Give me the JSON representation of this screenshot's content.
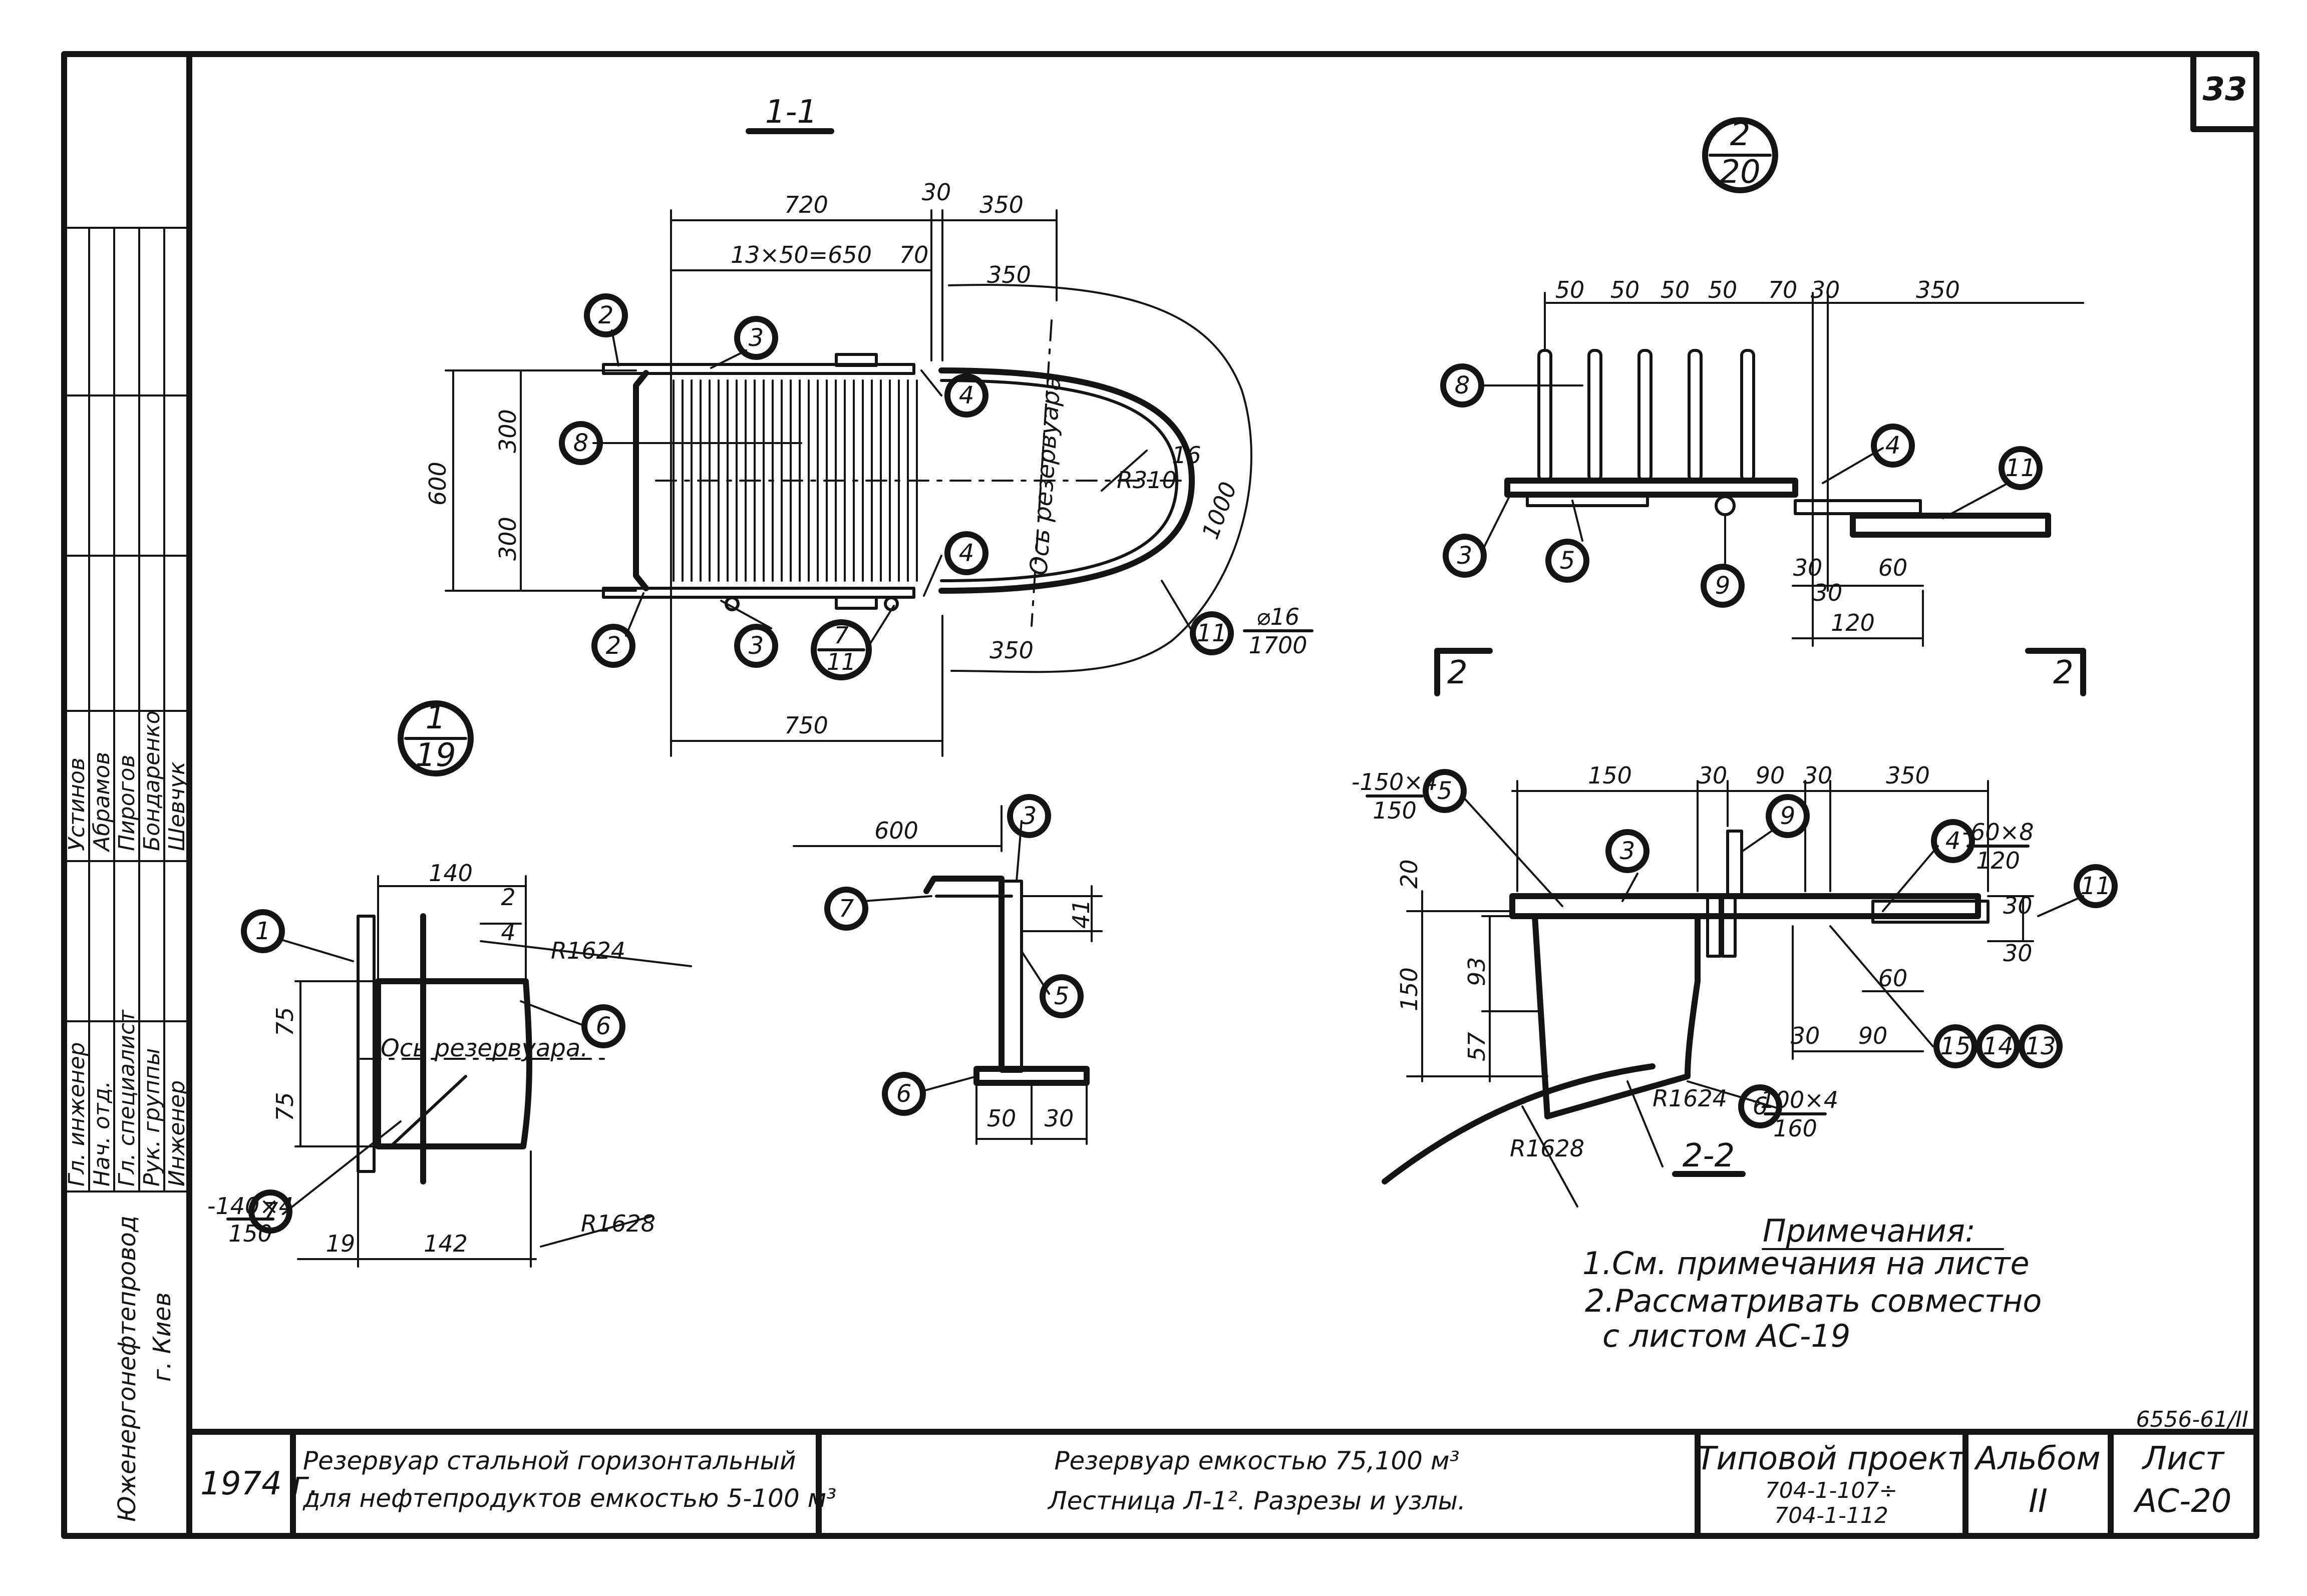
{
  "page_number": "33",
  "archive_code": "6556-61/II",
  "title_block": {
    "year": "1974 г.",
    "series_line1": "Резервуар стальной горизонтальный",
    "series_line2": "для нефтепродуктов емкостью 5-100 м³",
    "subject_line1": "Резервуар емкостью 75,100 м³",
    "subject_line2": "Лестница Л-1². Разрезы и узлы.",
    "project_label": "Типовой проект",
    "project_num1": "704-1-107÷",
    "project_num2": "704-1-112",
    "album_label": "Альбом",
    "album_num": "II",
    "sheet_label": "Лист",
    "sheet_num": "АС-20",
    "org_line1": "Юженергонефтепровод",
    "org_line2": "г. Киев"
  },
  "signatures": {
    "roles": [
      "Гл. инженер",
      "Нач. отд.",
      "Гл. специалист",
      "Рук. группы",
      "Инженер"
    ],
    "names": [
      "Устинов",
      "Абрамов",
      "Пирогов",
      "Бондаренко",
      "Шевчук"
    ]
  },
  "section_1_1": {
    "title": "1-1",
    "dims": [
      "720",
      "30",
      "350",
      "13×50=650",
      "70",
      "350",
      "600",
      "300",
      "300",
      "R310",
      "16",
      "1000",
      "350",
      "750"
    ],
    "axis_label": "Ось резервуара",
    "bubble_num": "7",
    "bubble_den": "11",
    "pipe_spec_num": "⌀16",
    "pipe_spec_den": "1700"
  },
  "node_2_20": {
    "num": "2",
    "den": "20",
    "dims": [
      "50",
      "50",
      "50",
      "50",
      "70",
      "30",
      "350",
      "30",
      "30",
      "60",
      "120"
    ],
    "section_mark": "2"
  },
  "node_1_19": {
    "num": "1",
    "den": "19",
    "dims": [
      "140",
      "2",
      "4",
      "R1624",
      "75",
      "75",
      "19",
      "142",
      "R1628"
    ],
    "axis_label": "Ось резервуара.",
    "plate7_num": "-140×4",
    "plate7_den": "150"
  },
  "node_middle": {
    "dims": [
      "600",
      "41",
      "50",
      "30"
    ]
  },
  "section_2_2": {
    "title": "2-2",
    "dims": [
      "150",
      "30",
      "90",
      "30",
      "350",
      "20",
      "150",
      "93",
      "57",
      "30",
      "30",
      "60",
      "30",
      "90",
      "R1624",
      "R1628"
    ],
    "plate5_num": "-150×4",
    "plate5_den": "150",
    "plate4_num": "-60×8",
    "plate4_den": "120",
    "plate6_num": "-100×4",
    "plate6_den": "160"
  },
  "notes": {
    "title": "Примечания:",
    "items": [
      "1.См. примечания на листе",
      "2.Рассматривать совместно",
      "с листом АС-19"
    ]
  },
  "callouts": [
    "1",
    "2",
    "3",
    "4",
    "5",
    "6",
    "7",
    "8",
    "9",
    "11",
    "13",
    "14",
    "15"
  ]
}
